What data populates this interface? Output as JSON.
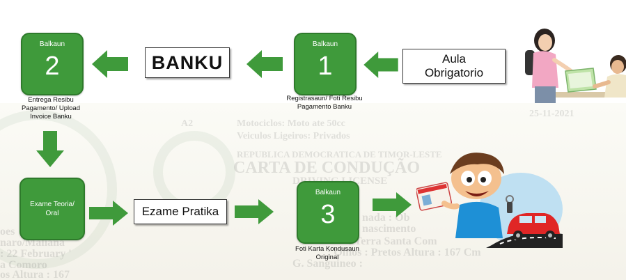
{
  "colors": {
    "step_green": "#3f9a3b",
    "step_border": "#2e7a2b",
    "arrow_green": "#3f9a3b"
  },
  "steps": [
    {
      "title": "Balkaun",
      "number": "1",
      "caption_lines": [
        "Registrasaun/ Foti Resibu",
        "Pagamento Banku"
      ]
    },
    {
      "title": "Balkaun",
      "number": "2",
      "caption_lines": [
        "Entrega Resibu",
        "Pagamento/ Upload",
        "Invoice Banku"
      ]
    },
    {
      "title": "Balkaun",
      "number": "3",
      "caption_lines": [
        "Foti Karta Kondusaun",
        "Original"
      ]
    }
  ],
  "exam_box": {
    "lines": [
      "Exame Teoria/",
      "Oral"
    ]
  },
  "labels": {
    "aula": [
      "Aula",
      "Obrigatorio"
    ],
    "banku": "BANKU",
    "pratika": "Ezame Pratika"
  },
  "background_text": {
    "header": [
      "A2",
      "Motociclos: Moto ate 50cc",
      "25-11-2021",
      "Veiculos Ligeiros: Privados",
      "REPUBLICA DEMOCRATICA DE TIMOR-LESTE",
      "CARTA DE CONDUÇÃO",
      "DRIVING LICENSE"
    ],
    "left_lines": [
      "oes",
      "naro/Maliana",
      ": 22 February '",
      "a Comoro",
      "os Altura : 167"
    ],
    "right_lines": [
      "nada : Ob",
      "nascimento",
      ": Terra Santa Com",
      ": Olhos : Pretos Altura : 167 Cm",
      "G. Sanguineo :"
    ]
  },
  "icons": [
    "students-reading-illustration",
    "boy-with-license-and-car-illustration"
  ]
}
